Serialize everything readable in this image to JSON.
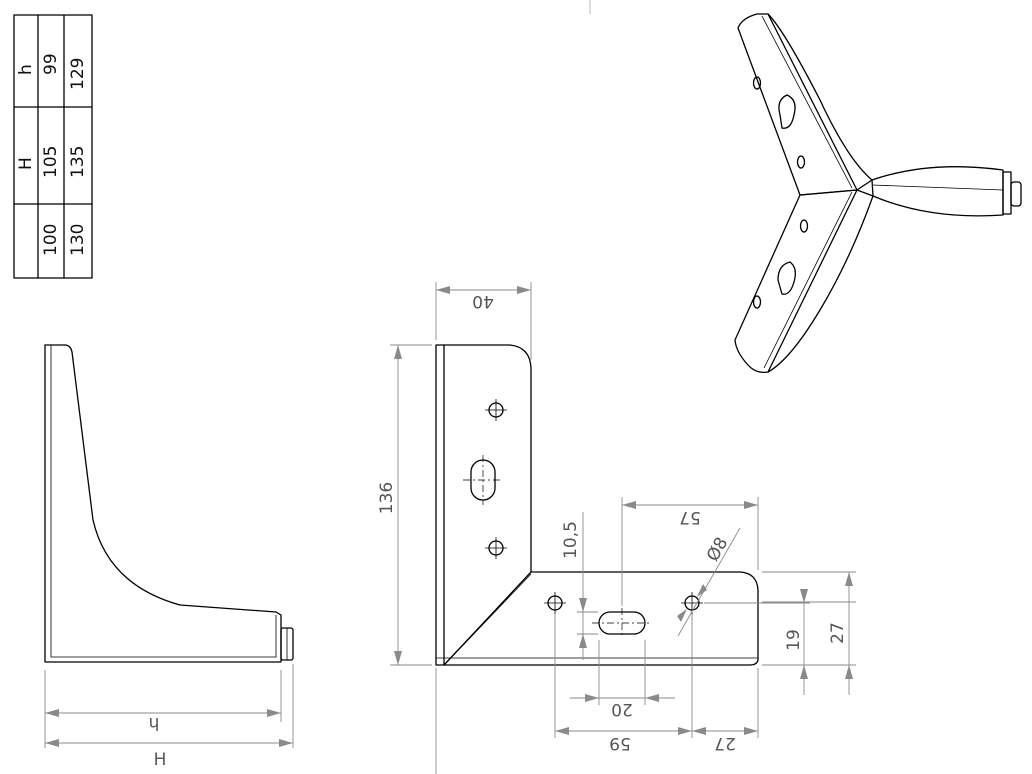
{
  "table": {
    "header": [
      "",
      "H",
      "h"
    ],
    "rows": [
      [
        "100",
        "105",
        "99"
      ],
      [
        "130",
        "135",
        "129"
      ]
    ]
  },
  "side_view": {
    "dim_h": "h",
    "dim_H": "H"
  },
  "front_view": {
    "dim_width": "40",
    "dim_height": "136",
    "dim_hole_offset": "57",
    "dim_slot_offset": "10,5",
    "dim_hole_diameter": "Ø8",
    "dim_19": "19",
    "dim_27_vertical": "27",
    "dim_slot_length": "20",
    "dim_59": "59",
    "dim_27_horizontal": "27"
  }
}
